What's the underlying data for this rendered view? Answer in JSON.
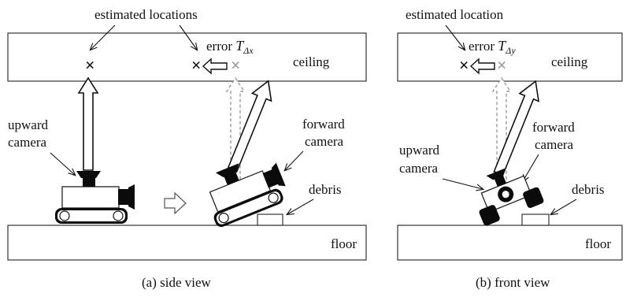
{
  "labels": {
    "estimated_locations": "estimated locations",
    "estimated_location": "estimated location",
    "error": "error",
    "error_symbol": "T",
    "error_sub_x": "Δx",
    "error_sub_y": "Δy",
    "ceiling": "ceiling",
    "floor": "floor",
    "upward": "upward",
    "camera": "camera",
    "forward": "forward",
    "debris": "debris",
    "caption_a": "(a) side view",
    "caption_b": "(b) front view",
    "marker": "×"
  },
  "colors": {
    "ink": "#111111",
    "ghost": "#9a9a9a",
    "robot_dark": "#0b0b0b"
  }
}
